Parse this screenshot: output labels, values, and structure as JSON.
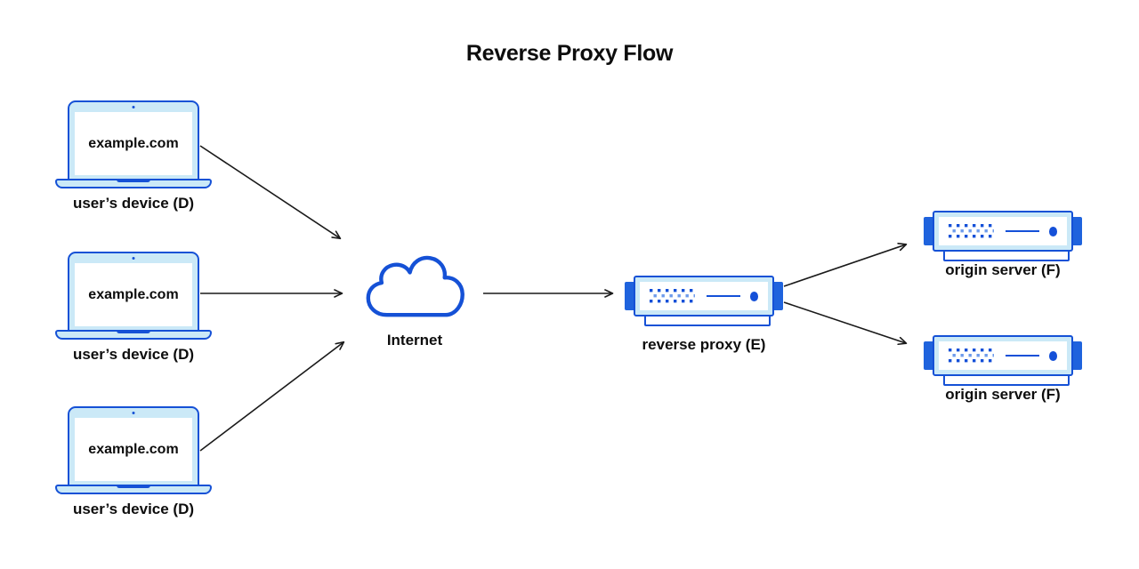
{
  "title": "Reverse Proxy Flow",
  "colors": {
    "stroke_blue": "#1551d6",
    "fill_light": "#cbe9f7",
    "tab_blue": "#1f63dd",
    "dot_blue_dark": "#1450d8",
    "dot_blue_light": "#6f9ceb",
    "arrow": "#1a1a1a",
    "text": "#0d0d0d"
  },
  "devices": [
    {
      "screen_label": "example.com",
      "caption": "user’s device (D)"
    },
    {
      "screen_label": "example.com",
      "caption": "user’s device (D)"
    },
    {
      "screen_label": "example.com",
      "caption": "user’s device (D)"
    }
  ],
  "internet": {
    "label": "Internet"
  },
  "reverse_proxy": {
    "label": "reverse proxy (E)"
  },
  "origin_servers": [
    {
      "label": "origin server (F)"
    },
    {
      "label": "origin server (F)"
    }
  ]
}
